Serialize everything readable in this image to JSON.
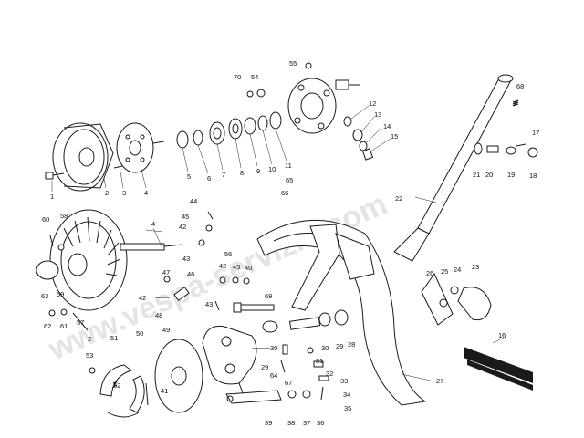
{
  "watermark": "www.vespa-servizio.com",
  "callouts": [
    {
      "id": "1",
      "label": "1"
    },
    {
      "id": "2a",
      "label": "2"
    },
    {
      "id": "3",
      "label": "3"
    },
    {
      "id": "4a",
      "label": "4"
    },
    {
      "id": "5",
      "label": "5"
    },
    {
      "id": "6",
      "label": "6"
    },
    {
      "id": "7",
      "label": "7"
    },
    {
      "id": "8",
      "label": "8"
    },
    {
      "id": "9",
      "label": "9"
    },
    {
      "id": "10",
      "label": "10"
    },
    {
      "id": "11",
      "label": "11"
    },
    {
      "id": "12",
      "label": "12"
    },
    {
      "id": "13",
      "label": "13"
    },
    {
      "id": "14",
      "label": "14"
    },
    {
      "id": "15",
      "label": "15"
    },
    {
      "id": "16",
      "label": "16"
    },
    {
      "id": "17",
      "label": "17"
    },
    {
      "id": "18",
      "label": "18"
    },
    {
      "id": "19",
      "label": "19"
    },
    {
      "id": "20",
      "label": "20"
    },
    {
      "id": "21",
      "label": "21"
    },
    {
      "id": "22",
      "label": "22"
    },
    {
      "id": "23",
      "label": "23"
    },
    {
      "id": "24",
      "label": "24"
    },
    {
      "id": "25",
      "label": "25"
    },
    {
      "id": "26",
      "label": "26"
    },
    {
      "id": "27",
      "label": "27"
    },
    {
      "id": "28",
      "label": "28"
    },
    {
      "id": "29a",
      "label": "29"
    },
    {
      "id": "29b",
      "label": "29"
    },
    {
      "id": "30a",
      "label": "30"
    },
    {
      "id": "30b",
      "label": "30"
    },
    {
      "id": "31",
      "label": "31"
    },
    {
      "id": "32",
      "label": "32"
    },
    {
      "id": "33",
      "label": "33"
    },
    {
      "id": "34",
      "label": "34"
    },
    {
      "id": "35",
      "label": "35"
    },
    {
      "id": "36",
      "label": "36"
    },
    {
      "id": "37",
      "label": "37"
    },
    {
      "id": "38",
      "label": "38"
    },
    {
      "id": "39",
      "label": "39"
    },
    {
      "id": "40",
      "label": "40"
    },
    {
      "id": "41",
      "label": "41"
    },
    {
      "id": "42a",
      "label": "42"
    },
    {
      "id": "42b",
      "label": "42"
    },
    {
      "id": "42c",
      "label": "42"
    },
    {
      "id": "43a",
      "label": "43"
    },
    {
      "id": "43b",
      "label": "43"
    },
    {
      "id": "44",
      "label": "44"
    },
    {
      "id": "45a",
      "label": "45"
    },
    {
      "id": "45b",
      "label": "45"
    },
    {
      "id": "46",
      "label": "46"
    },
    {
      "id": "47",
      "label": "47"
    },
    {
      "id": "48",
      "label": "48"
    },
    {
      "id": "49",
      "label": "49"
    },
    {
      "id": "50",
      "label": "50"
    },
    {
      "id": "51",
      "label": "51"
    },
    {
      "id": "52",
      "label": "52"
    },
    {
      "id": "53",
      "label": "53"
    },
    {
      "id": "54",
      "label": "54"
    },
    {
      "id": "55",
      "label": "55"
    },
    {
      "id": "56",
      "label": "56"
    },
    {
      "id": "57",
      "label": "57"
    },
    {
      "id": "58",
      "label": "58"
    },
    {
      "id": "59",
      "label": "59"
    },
    {
      "id": "60",
      "label": "60"
    },
    {
      "id": "61",
      "label": "61"
    },
    {
      "id": "62",
      "label": "62"
    },
    {
      "id": "63",
      "label": "63"
    },
    {
      "id": "64",
      "label": "64"
    },
    {
      "id": "65",
      "label": "65"
    },
    {
      "id": "66",
      "label": "66"
    },
    {
      "id": "67",
      "label": "67"
    },
    {
      "id": "68",
      "label": "68"
    },
    {
      "id": "69",
      "label": "69"
    },
    {
      "id": "70",
      "label": "70"
    },
    {
      "id": "2b",
      "label": "2"
    },
    {
      "id": "4b",
      "label": "4"
    }
  ]
}
